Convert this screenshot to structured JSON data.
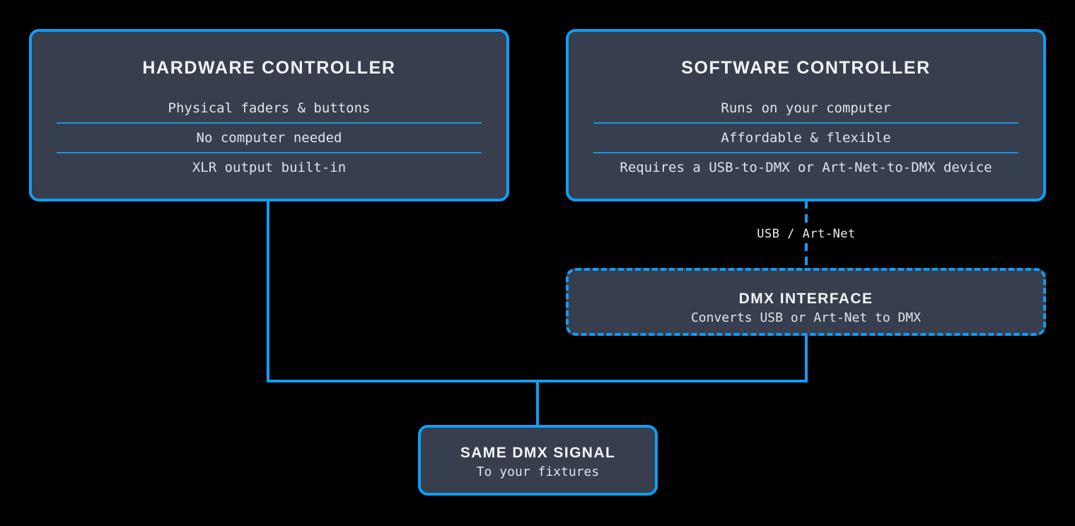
{
  "diagram": {
    "background_color": "#000000",
    "accent_color": "#0f9ef5",
    "node_fill_color": "#373e4e",
    "divider_color": "#1a93e0",
    "text_color": "#dfe4ec",
    "title_color": "#f2f5f9"
  },
  "nodes": {
    "hardware_controller": {
      "title": "HARDWARE CONTROLLER",
      "features": [
        "Physical faders & buttons",
        "No computer needed",
        "XLR output built-in"
      ]
    },
    "software_controller": {
      "title": "SOFTWARE CONTROLLER",
      "features": [
        "Runs on your computer",
        "Affordable & flexible",
        "Requires a USB-to-DMX or Art-Net-to-DMX device"
      ]
    },
    "dmx_interface": {
      "title": "DMX INTERFACE",
      "subtitle": "Converts USB or Art-Net to DMX",
      "border_style": "dashed"
    },
    "same_dmx_signal": {
      "title": "SAME DMX SIGNAL",
      "subtitle": "To your fixtures"
    }
  },
  "connectors": {
    "software_to_interface_label": "USB / Art-Net"
  }
}
